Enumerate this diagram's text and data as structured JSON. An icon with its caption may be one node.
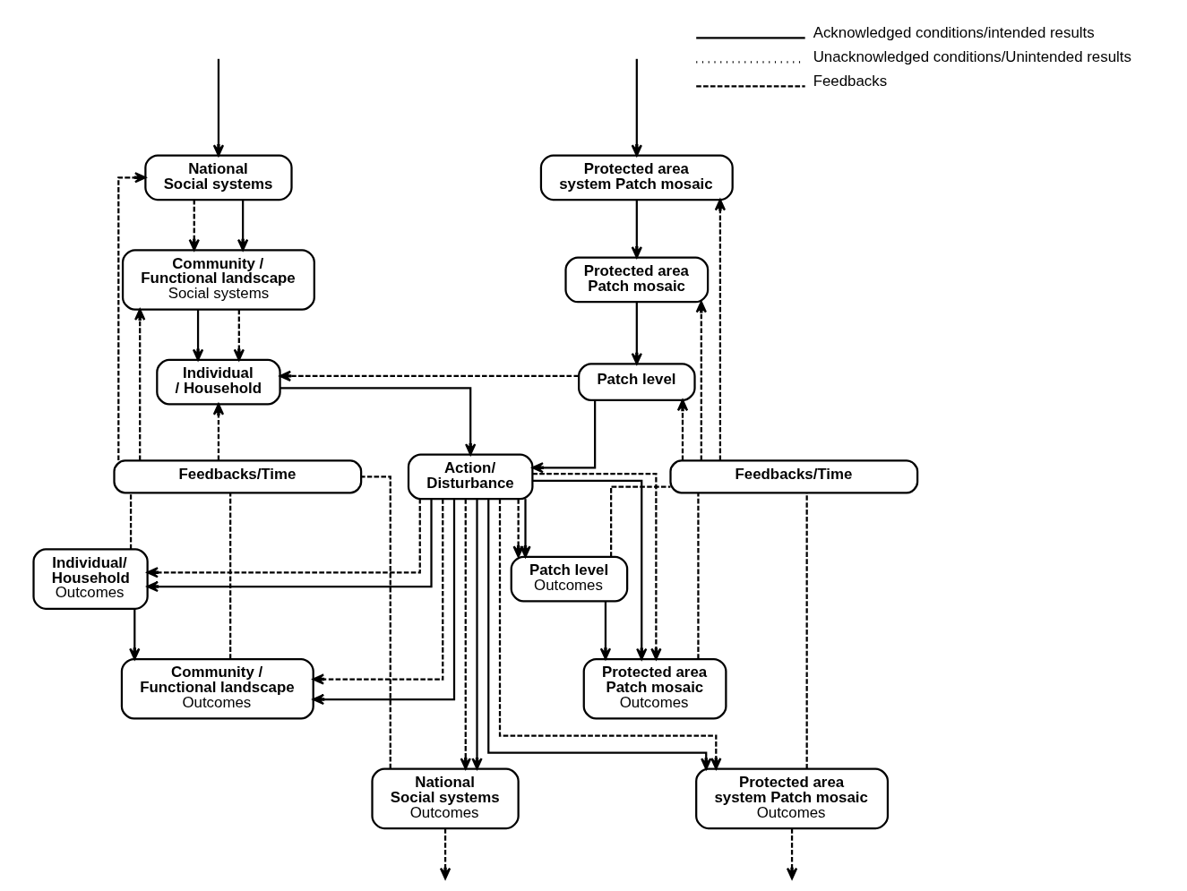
{
  "diagram": {
    "nodes": [
      {
        "text": [
          "National Social systems"
        ]
      },
      {
        "text": [
          "Protected area system Patch mosaic"
        ]
      },
      {
        "text": [
          "Community / Functional landscape",
          "Social systems"
        ]
      },
      {
        "text": [
          "Protected area Patch mosaic"
        ]
      },
      {
        "text": [
          "Individual / Household"
        ]
      },
      {
        "text": [
          "Patch level"
        ]
      },
      {
        "text": [
          "Feedbacks/Time"
        ]
      },
      {
        "text": [
          "Action/ Disturbance"
        ]
      },
      {
        "text": [
          "Feedbacks/Time"
        ]
      },
      {
        "text": [
          "Individual/ Household",
          "Outcomes"
        ]
      },
      {
        "text": [
          "Patch level",
          "Outcomes"
        ]
      },
      {
        "text": [
          "Community / Functional landscape",
          "Outcomes"
        ]
      },
      {
        "text": [
          "Protected area Patch mosaic",
          "Outcomes"
        ]
      },
      {
        "text": [
          "National Social systems",
          "Outcomes"
        ]
      },
      {
        "text": [
          "Protected area system Patch mosaic",
          "Outcomes"
        ]
      }
    ],
    "edges": [
      {
        "from": null,
        "to": 0,
        "arrow": "to"
      },
      {
        "from": null,
        "to": 1,
        "arrow": "to"
      },
      {
        "from": 0,
        "to": 2,
        "arrow": "to",
        "style": "dashed"
      },
      {
        "from": 0,
        "to": 2,
        "arrow": "to"
      },
      {
        "from": 1,
        "to": 3,
        "arrow": "to"
      },
      {
        "from": 2,
        "to": 4,
        "arrow": "to"
      },
      {
        "from": 2,
        "to": 4,
        "arrow": "to",
        "style": "dashed"
      },
      {
        "from": 3,
        "to": 5,
        "arrow": "to"
      },
      {
        "from": 5,
        "to": 4,
        "arrow": "to",
        "style": "dashed"
      },
      {
        "from": 4,
        "to": 7,
        "arrow": "to"
      },
      {
        "from": 5,
        "to": 7,
        "arrow": "to"
      },
      {
        "from": 7,
        "to": 9,
        "arrow": "to",
        "style": "dashed"
      },
      {
        "from": 7,
        "to": 9,
        "arrow": "to"
      },
      {
        "from": 7,
        "to": 10,
        "arrow": "to",
        "style": "dashed"
      },
      {
        "from": 7,
        "to": 10,
        "arrow": "to"
      },
      {
        "from": 7,
        "to": 11,
        "arrow": "to",
        "style": "dashed"
      },
      {
        "from": 7,
        "to": 11,
        "arrow": "to"
      },
      {
        "from": 7,
        "to": 12,
        "arrow": "to",
        "style": "dashed"
      },
      {
        "from": 7,
        "to": 12,
        "arrow": "to"
      },
      {
        "from": 7,
        "to": 13,
        "arrow": "to",
        "style": "dashed"
      },
      {
        "from": 7,
        "to": 13,
        "arrow": "to"
      },
      {
        "from": 7,
        "to": 14,
        "arrow": "to",
        "style": "dashed"
      },
      {
        "from": 7,
        "to": 14,
        "arrow": "to"
      },
      {
        "from": 9,
        "to": 11,
        "arrow": "to"
      },
      {
        "from": 10,
        "to": 12,
        "arrow": "to"
      },
      {
        "from": 13,
        "to": 6,
        "arrow": "none",
        "style": "dashed"
      },
      {
        "from": 6,
        "to": 0,
        "arrow": "to",
        "style": "dashed"
      },
      {
        "from": 11,
        "to": 6,
        "arrow": "none",
        "style": "dashed"
      },
      {
        "from": 6,
        "to": 2,
        "arrow": "to",
        "style": "dashed"
      },
      {
        "from": 9,
        "to": 6,
        "arrow": "none",
        "style": "dashed"
      },
      {
        "from": 6,
        "to": 4,
        "arrow": "to",
        "style": "dashed"
      },
      {
        "from": 10,
        "to": 8,
        "arrow": "none",
        "style": "dashed"
      },
      {
        "from": 8,
        "to": 5,
        "arrow": "to",
        "style": "dashed"
      },
      {
        "from": 12,
        "to": 8,
        "arrow": "none",
        "style": "dashed"
      },
      {
        "from": 8,
        "to": 3,
        "arrow": "to",
        "style": "dashed"
      },
      {
        "from": 14,
        "to": 8,
        "arrow": "none",
        "style": "dashed"
      },
      {
        "from": 8,
        "to": 1,
        "arrow": "to",
        "style": "dashed"
      },
      {
        "from": 13,
        "to": null,
        "arrow": "to",
        "style": "dashed"
      },
      {
        "from": 14,
        "to": null,
        "arrow": "to",
        "style": "dashed"
      }
    ],
    "legend": [
      {
        "text": "Acknowledged conditions/intended results"
      },
      {
        "text": "Unacknowledged conditions/Unintended results"
      },
      {
        "text": "Feedbacks"
      }
    ]
  }
}
